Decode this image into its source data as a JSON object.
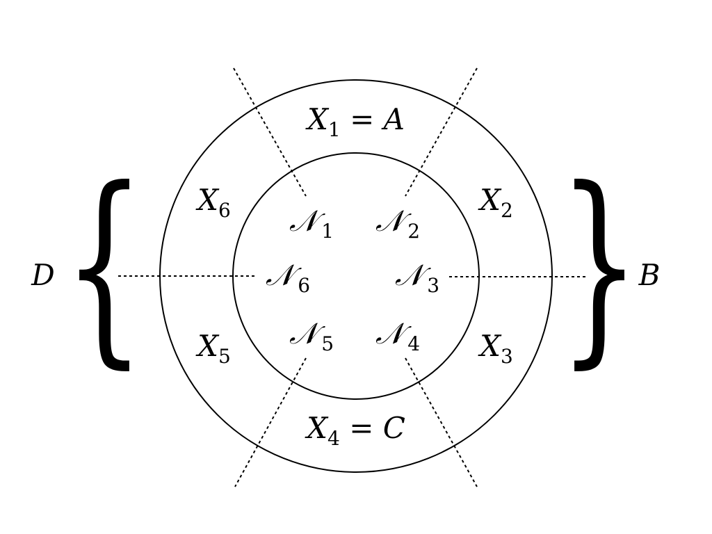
{
  "diagram": {
    "style": {
      "stroke_color": "#000000",
      "background": "#ffffff"
    },
    "outer_regions": {
      "x1": {
        "letter": "X",
        "sub": "1",
        "rest": " = A"
      },
      "x2": {
        "letter": "X",
        "sub": "2",
        "rest": ""
      },
      "x3": {
        "letter": "X",
        "sub": "3",
        "rest": ""
      },
      "x4": {
        "letter": "X",
        "sub": "4",
        "rest": " = C"
      },
      "x5": {
        "letter": "X",
        "sub": "5",
        "rest": ""
      },
      "x6": {
        "letter": "X",
        "sub": "6",
        "rest": ""
      }
    },
    "neighborhoods": {
      "n1": {
        "letter": "𝒩",
        "sub": "1"
      },
      "n2": {
        "letter": "𝒩",
        "sub": "2"
      },
      "n3": {
        "letter": "𝒩",
        "sub": "3"
      },
      "n4": {
        "letter": "𝒩",
        "sub": "4"
      },
      "n5": {
        "letter": "𝒩",
        "sub": "5"
      },
      "n6": {
        "letter": "𝒩",
        "sub": "6"
      }
    },
    "braces": {
      "left": {
        "glyph": "{",
        "label": "D"
      },
      "right": {
        "glyph": "}",
        "label": "B"
      }
    }
  }
}
